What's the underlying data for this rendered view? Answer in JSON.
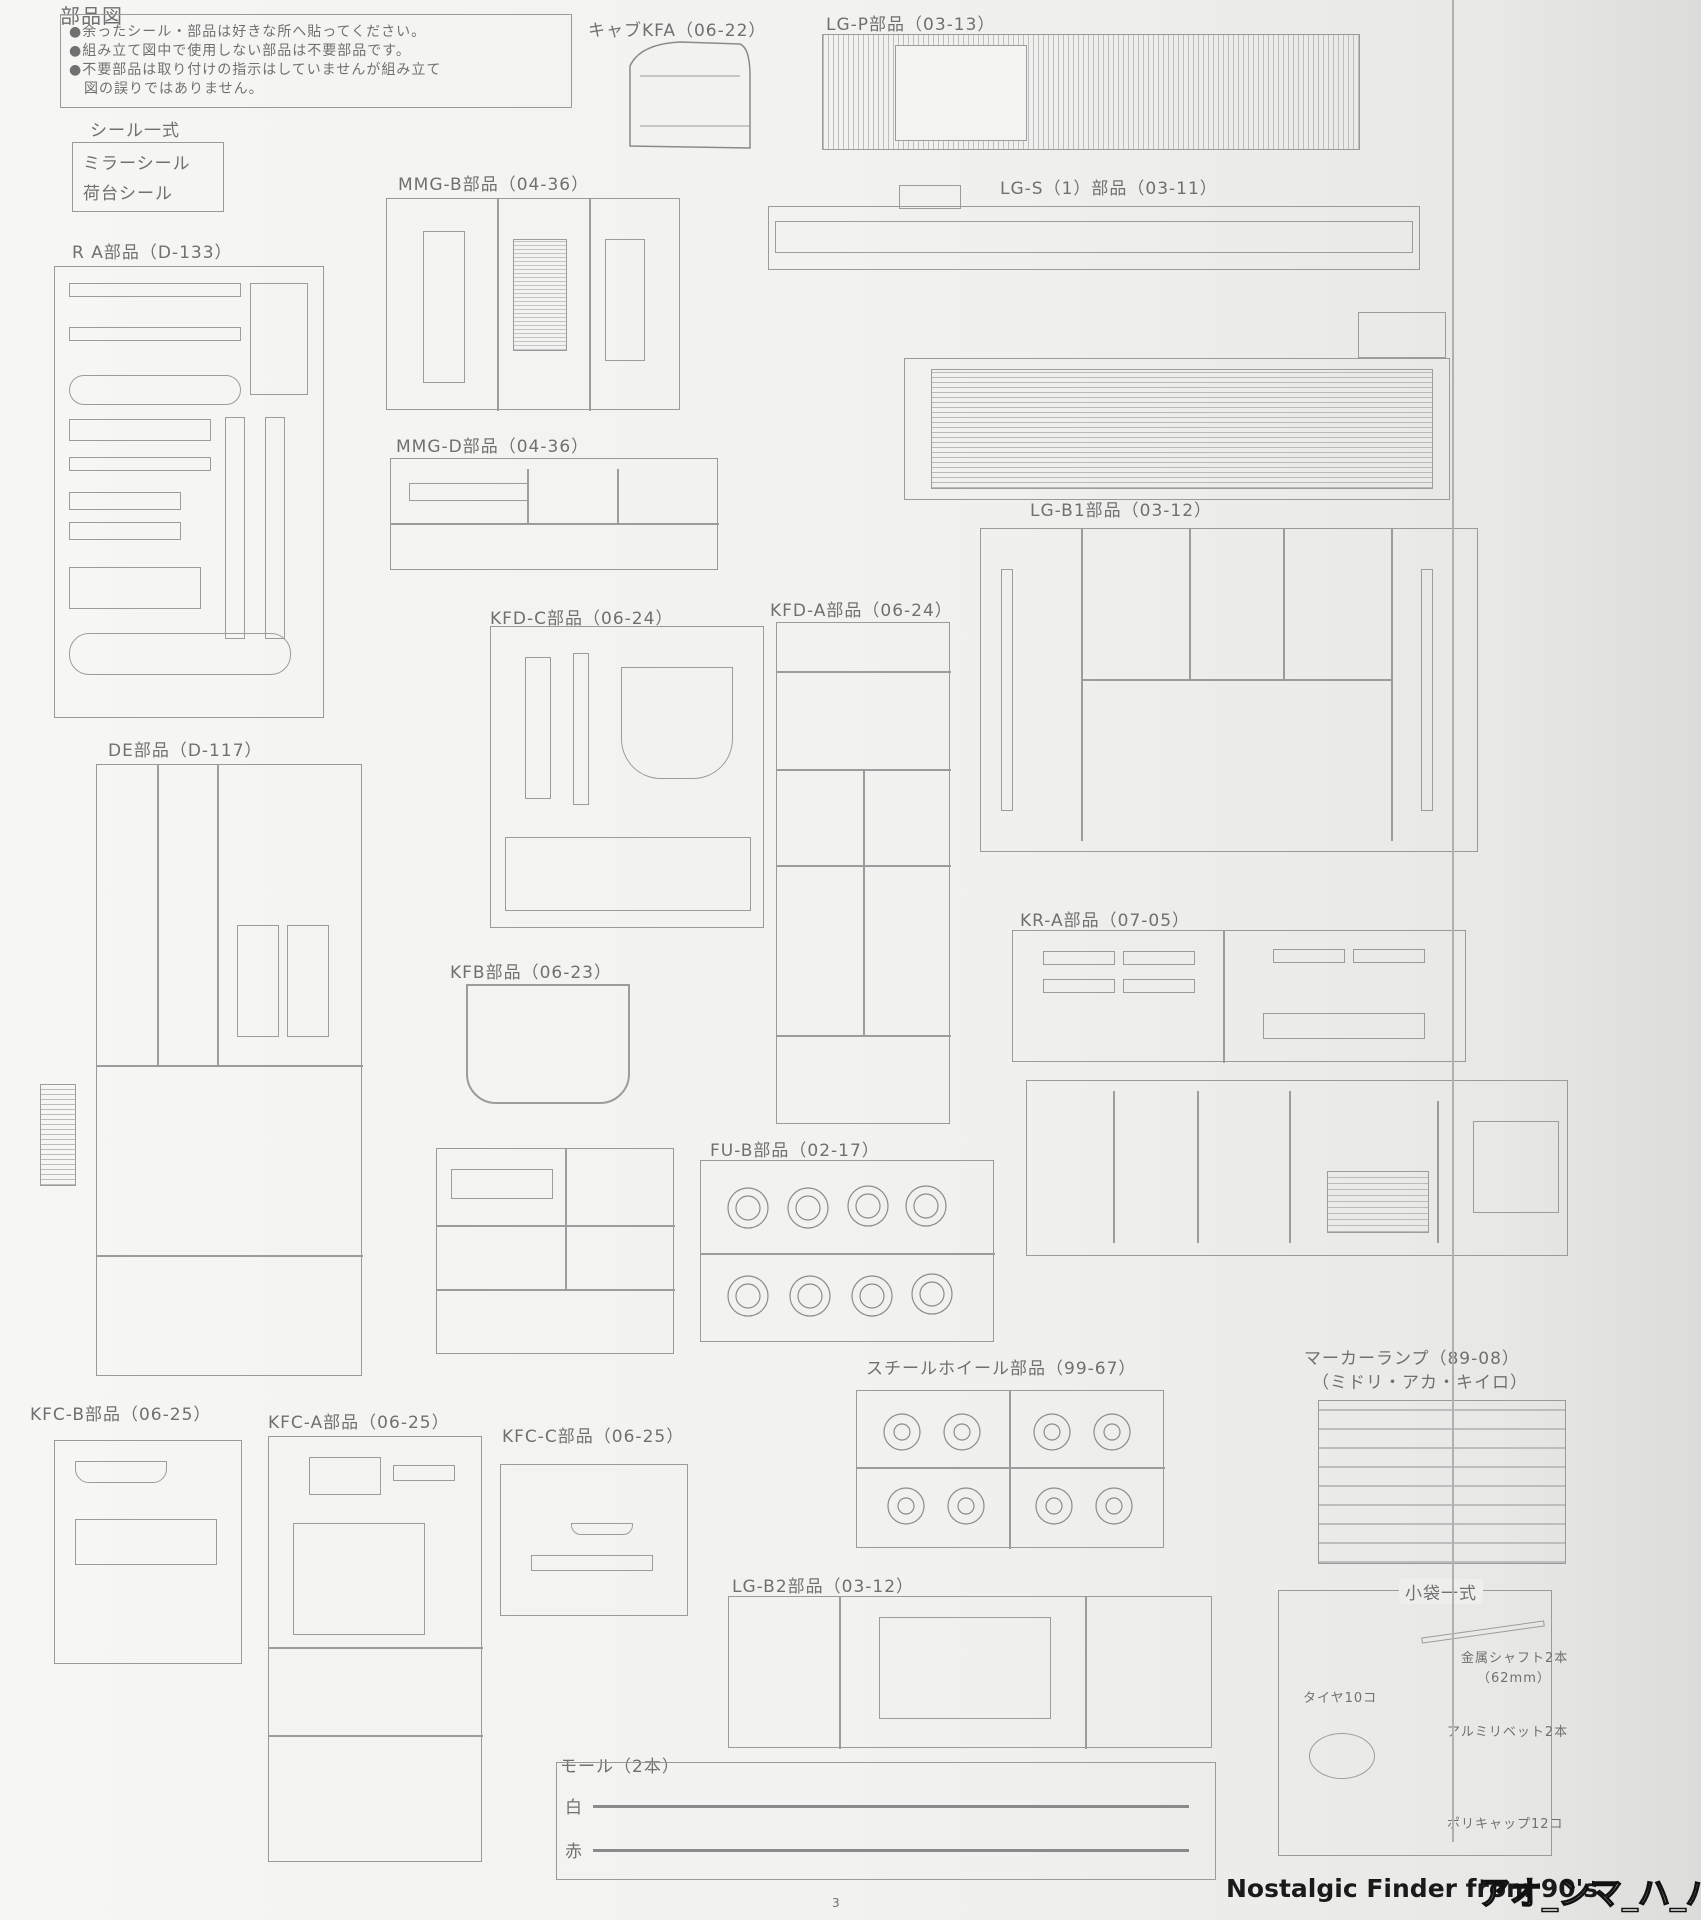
{
  "header": {
    "title": "部品図"
  },
  "notes": [
    "●余ったシール・部品は好きな所へ貼ってください。",
    "●組み立て図中で使用しない部品は不要部品です。",
    "●不要部品は取り付けの指示はしていませんが組み立て",
    "　図の誤りではありません。"
  ],
  "seal_set": {
    "title": "シール一式",
    "items": [
      "ミラーシール",
      "荷台シール"
    ]
  },
  "sprues": {
    "ra": "R A部品（D-133）",
    "cab_kfa": "キャブKFA（06-22）",
    "lgp": "LG-P部品（03-13）",
    "mmgb": "MMG-B部品（04-36）",
    "lgs": "LG-S（1）部品（03-11）",
    "mmgd": "MMG-D部品（04-36）",
    "lgb1": "LG-B1部品（03-12）",
    "de": "DE部品（D-117）",
    "kfdc": "KFD-C部品（06-24）",
    "kfda": "KFD-A部品（06-24）",
    "kra": "KR-A部品（07-05）",
    "kfb": "KFB部品（06-23）",
    "fub": "FU-B部品（02-17）",
    "steel": "スチールホイール部品（99-67）",
    "marker_title": "マーカーランプ（89-08）",
    "marker_sub": "（ミドリ・アカ・キイロ）",
    "kfcb": "KFC-B部品（06-25）",
    "kfca": "KFC-A部品（06-25）",
    "kfcc": "KFC-C部品（06-25）",
    "lgb2": "LG-B2部品（03-12）",
    "mold": "モール（2本）",
    "mold_white": "白",
    "mold_red": "赤"
  },
  "small_bag": {
    "title": "小袋一式",
    "tires": "タイヤ10コ",
    "shaft": "金属シャフト2本",
    "shaft_len": "（62mm）",
    "rivet": "アルミリベット2本",
    "cap": "ポリキャップ12コ"
  },
  "page_number": "3",
  "watermark": {
    "left": "Nostalgic Finder from 90's",
    "right": "アオ_ンマ_ハ_バー",
    "colors": {
      "left": "#1a1a1a",
      "right": "#e8e8e8",
      "outline": "#111111"
    }
  }
}
